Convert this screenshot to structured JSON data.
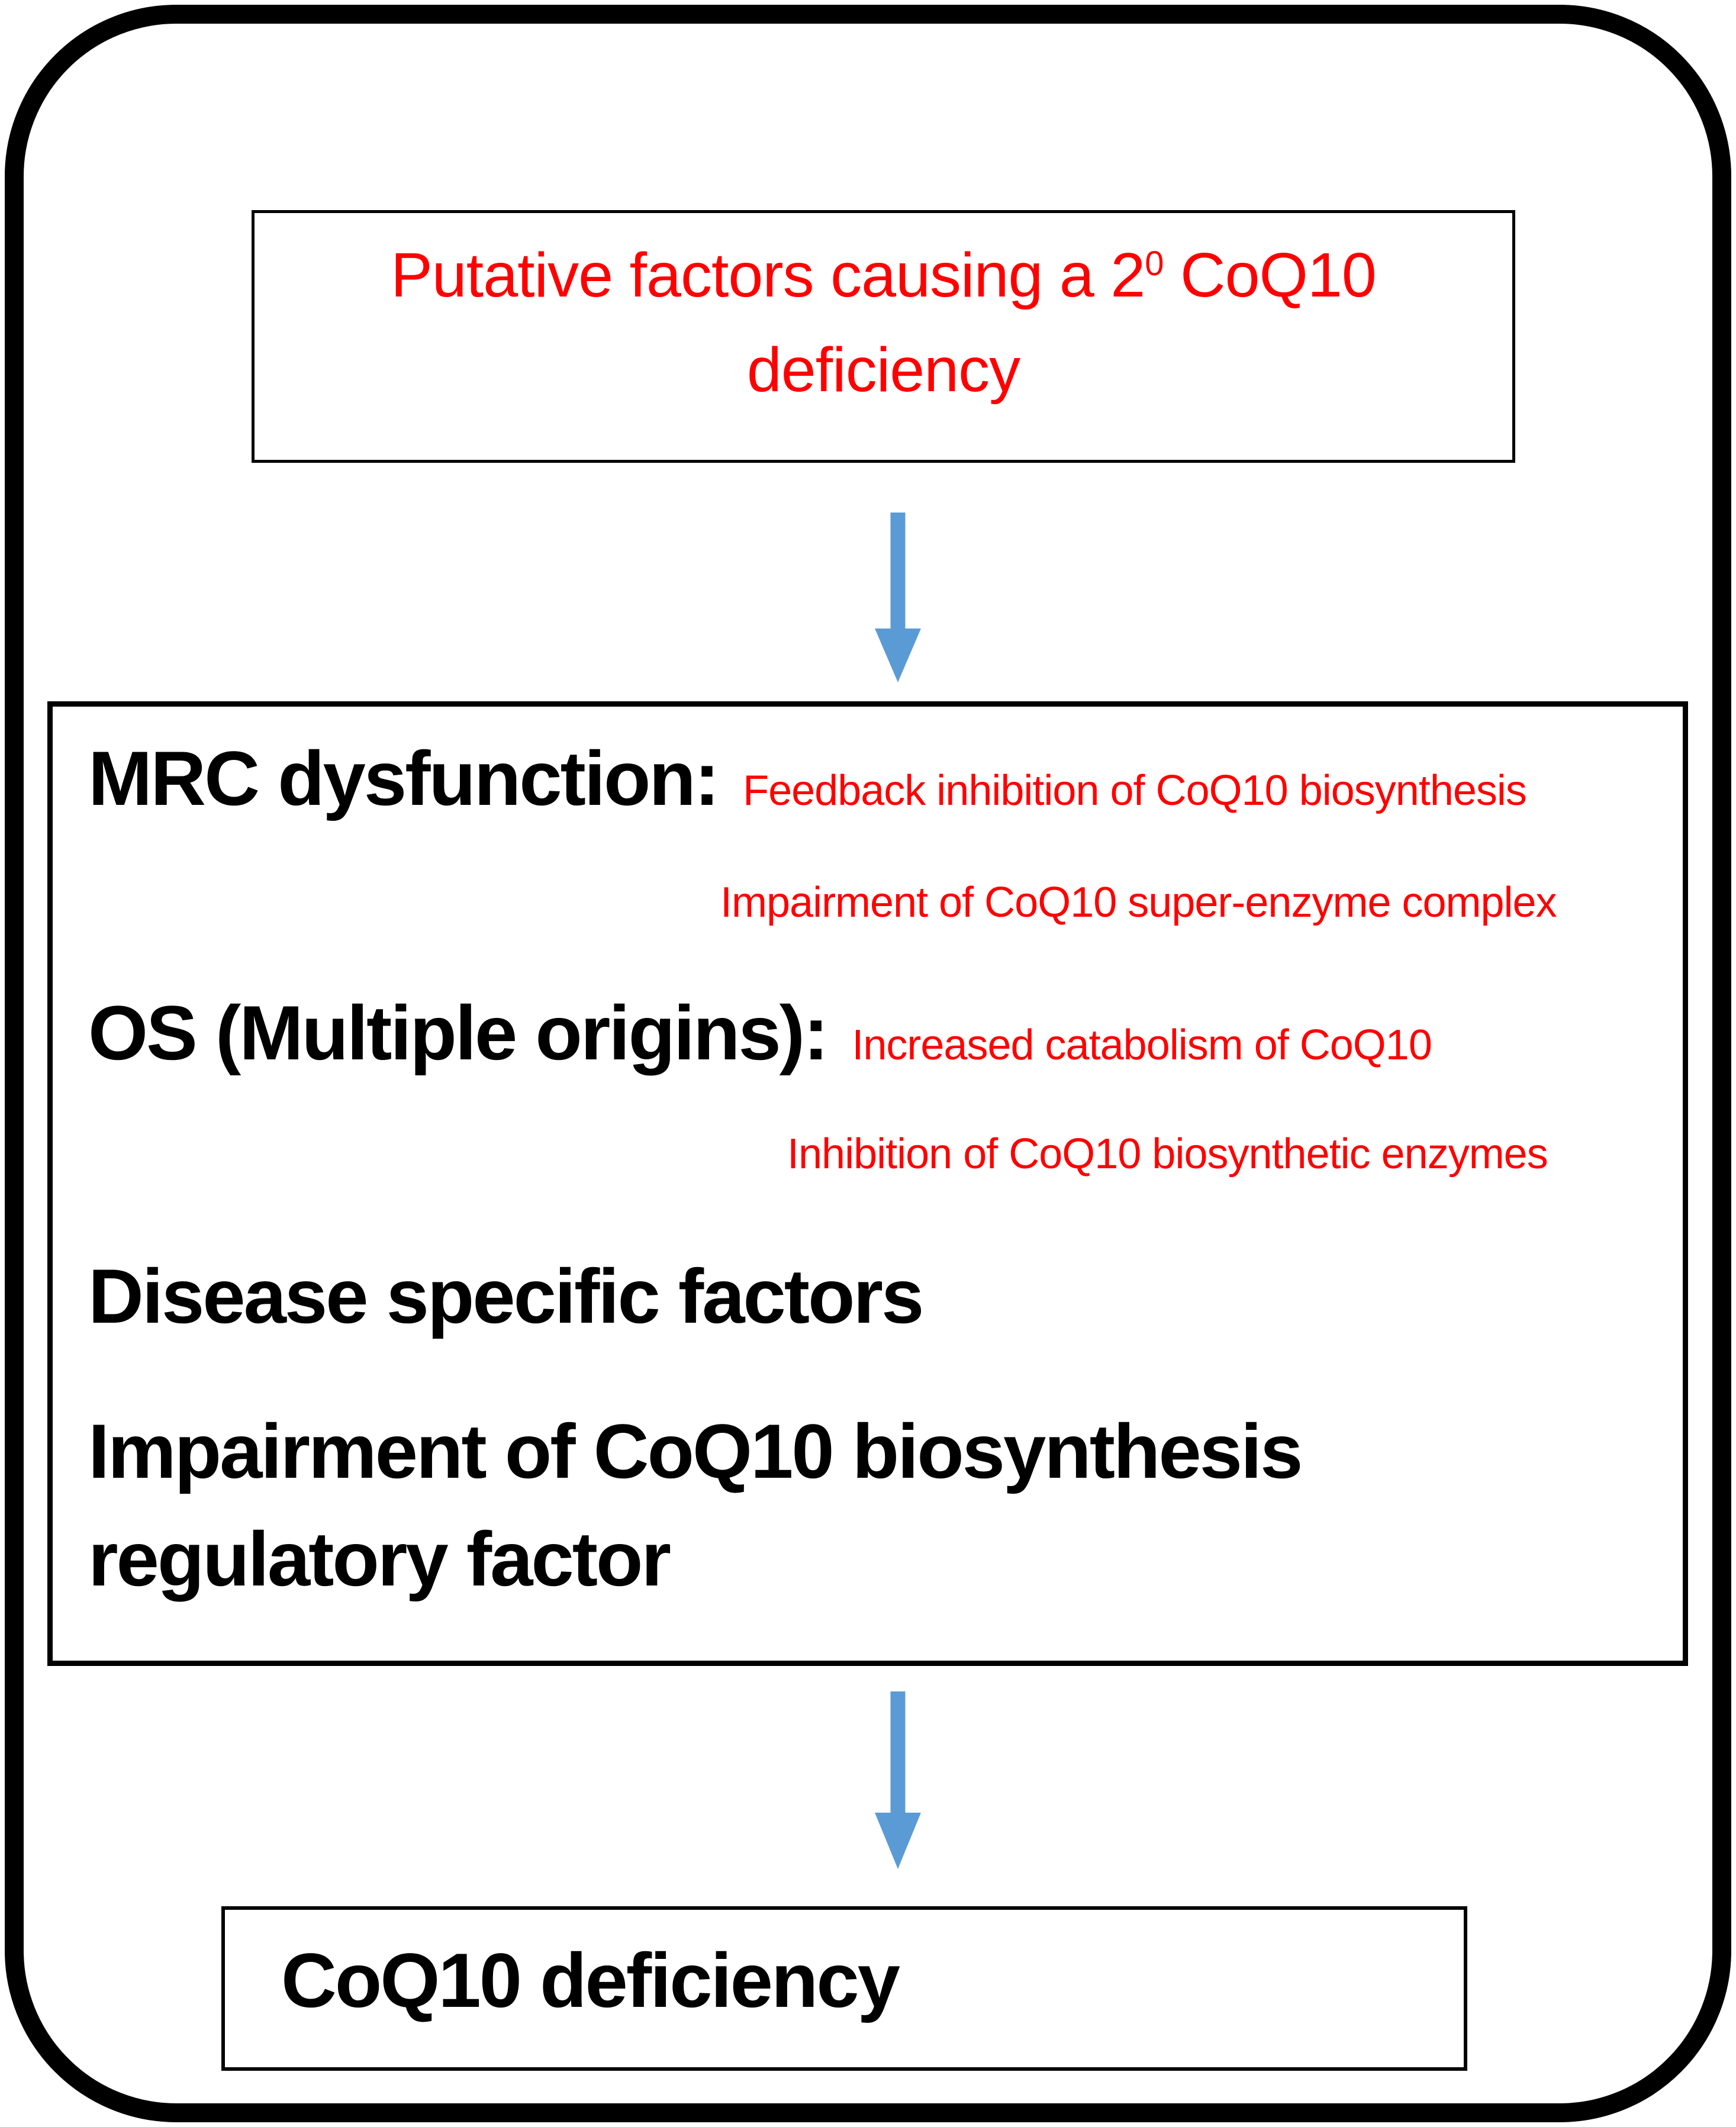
{
  "diagram": {
    "top_box": {
      "line1_part1": "Putative factors causing a 2",
      "line1_sup": "0",
      "line1_part2": " CoQ10",
      "line2": "deficiency"
    },
    "middle_box": {
      "line1": {
        "heading": "MRC dysfunction:",
        "detail": "Feedback inhibition of CoQ10 biosynthesis"
      },
      "line2": {
        "detail": "Impairment of CoQ10 super-enzyme complex"
      },
      "line3": {
        "heading": "OS (Multiple origins):",
        "detail": "Increased catabolism of CoQ10"
      },
      "line4": {
        "detail": "Inhibition of CoQ10 biosynthetic enzymes"
      },
      "line5": {
        "heading": "Disease specific factors"
      },
      "line6": {
        "heading": "Impairment of CoQ10 biosynthesis"
      },
      "line7": {
        "heading": "regulatory factor"
      }
    },
    "bottom_box": {
      "label": "CoQ10 deficiency"
    },
    "colors": {
      "red_text": "#ff0000",
      "black_ink": "#000000",
      "arrow_blue": "#5b9bd5"
    }
  }
}
